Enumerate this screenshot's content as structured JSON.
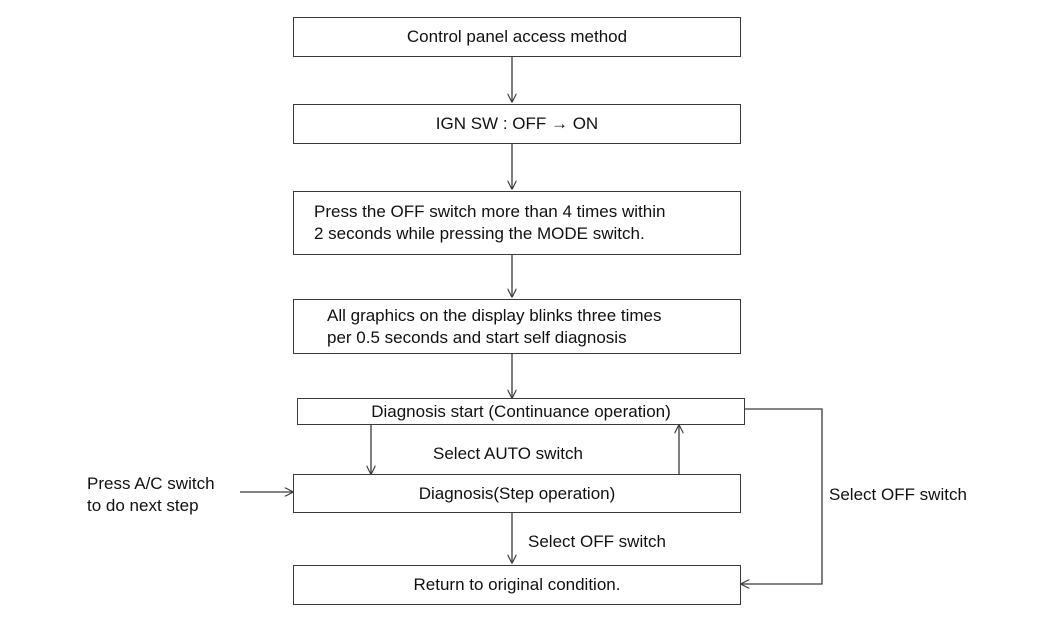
{
  "flowchart": {
    "box_access": "Control panel access method",
    "box_ign": "IGN SW : OFF → ON",
    "box_press": "Press the OFF switch more than 4 times within\n2 seconds while pressing the MODE switch.",
    "box_blink": "All graphics on the display blinks three times\nper 0.5 seconds and start self diagnosis",
    "box_diag_start": "Diagnosis start (Continuance operation)",
    "box_diag_step": "Diagnosis(Step operation)",
    "box_return": "Return to original condition.",
    "label_select_auto": "Select AUTO switch",
    "label_press_ac": "Press A/C switch\nto do next step",
    "label_select_off_right": "Select OFF switch",
    "label_select_off_bottom": "Select OFF switch"
  },
  "colors": {
    "line": "#3a3a3a",
    "text": "#111111",
    "background": "#ffffff"
  }
}
